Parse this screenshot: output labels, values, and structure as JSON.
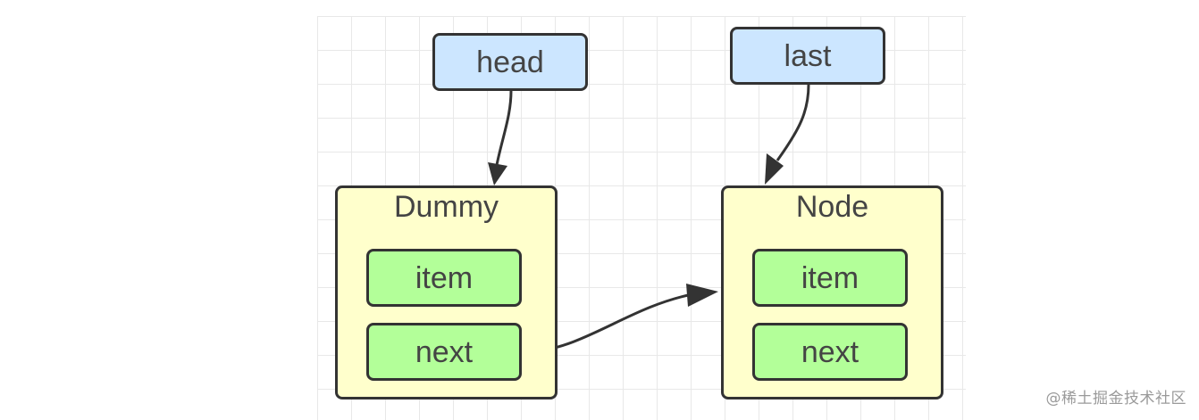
{
  "diagram": {
    "pointers": {
      "head": "head",
      "last": "last"
    },
    "nodes": {
      "dummy": {
        "title": "Dummy",
        "fields": [
          "item",
          "next"
        ]
      },
      "node": {
        "title": "Node",
        "fields": [
          "item",
          "next"
        ]
      }
    },
    "edges": [
      {
        "from": "head",
        "to": "Dummy"
      },
      {
        "from": "last",
        "to": "Node"
      },
      {
        "from": "Dummy.next",
        "to": "Node"
      }
    ],
    "colors": {
      "pointer_fill": "#cce6ff",
      "node_fill": "#ffffcc",
      "field_fill": "#b3ff99",
      "stroke": "#333333",
      "text": "#444444"
    }
  },
  "watermark": "@稀土掘金技术社区"
}
